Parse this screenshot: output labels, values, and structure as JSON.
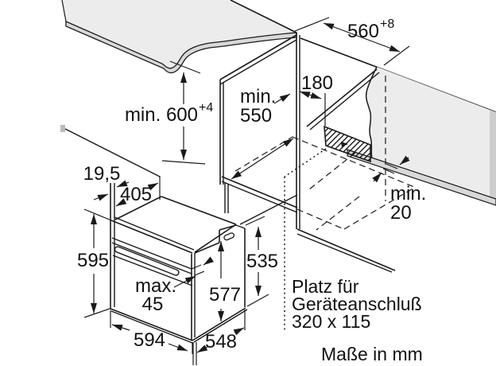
{
  "diagram": {
    "units_note": "Maße in mm",
    "connection_note_line1": "Platz für",
    "connection_note_line2": "Geräteanschluß",
    "connection_note_line3": "320 x 115",
    "niche_height": "min. 600",
    "niche_height_sup": "+4",
    "niche_depth_line1": "min.",
    "niche_depth_line2": "550",
    "niche_width": "560",
    "niche_width_sup": "+8",
    "connection_offset": "180",
    "rear_gap_line1": "min.",
    "rear_gap_line2": "20",
    "oven_frame_depth": "19,5",
    "oven_top_depth": "405",
    "oven_front_height": "595",
    "oven_handle_depth_line1": "max.",
    "oven_handle_depth_line2": "45",
    "oven_front_width": "594",
    "oven_body_depth": "548",
    "oven_body_height": "577",
    "oven_rear_height": "535"
  }
}
